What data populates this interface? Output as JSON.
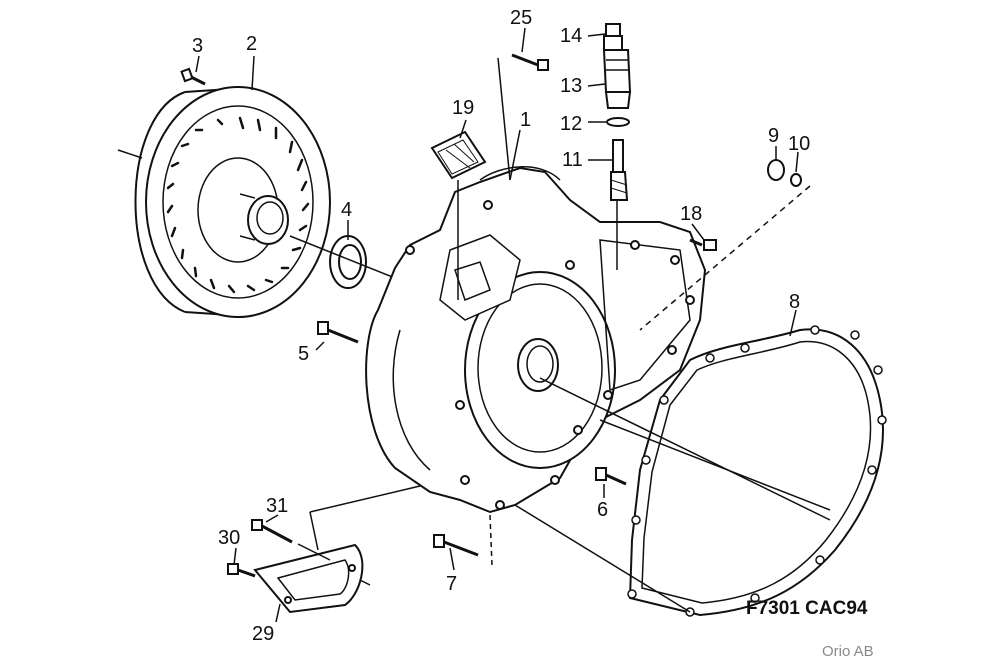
{
  "labels": {
    "l1": "1",
    "l2": "2",
    "l3": "3",
    "l4": "4",
    "l5": "5",
    "l6": "6",
    "l7": "7",
    "l8": "8",
    "l9": "9",
    "l10": "10",
    "l11": "11",
    "l12": "12",
    "l13": "13",
    "l14": "14",
    "l18": "18",
    "l19": "19",
    "l25": "25",
    "l29": "29",
    "l30": "30",
    "l31": "31"
  },
  "figure_code": "F7301 CAC94",
  "credit": "Orio AB"
}
